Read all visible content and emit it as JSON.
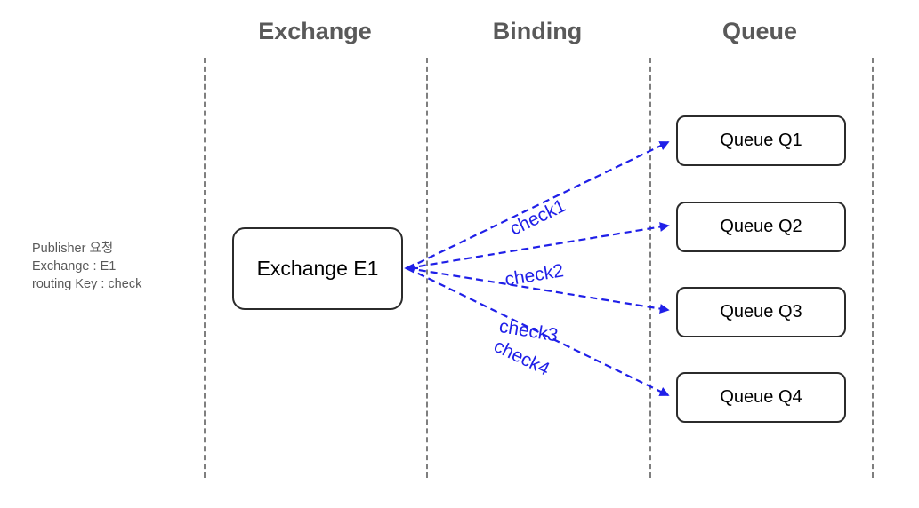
{
  "diagram": {
    "title_row": {
      "exchange": "Exchange",
      "binding": "Binding",
      "queue": "Queue"
    },
    "side_note": {
      "line1": "Publisher 요청",
      "line2": "Exchange : E1",
      "line3": "routing Key : check"
    },
    "exchange_node": {
      "label": "Exchange E1"
    },
    "queues": [
      {
        "label": "Queue Q1"
      },
      {
        "label": "Queue Q2"
      },
      {
        "label": "Queue Q3"
      },
      {
        "label": "Queue Q4"
      }
    ],
    "bindings": [
      {
        "label": "check1"
      },
      {
        "label": "check2"
      },
      {
        "label": "check3"
      },
      {
        "label": "check4"
      }
    ],
    "colors": {
      "title_gray": "#595959",
      "separator_gray": "#7f7f7f",
      "node_border": "#2b2b2b",
      "binding_blue": "#1f1fe8",
      "background": "#ffffff"
    }
  }
}
